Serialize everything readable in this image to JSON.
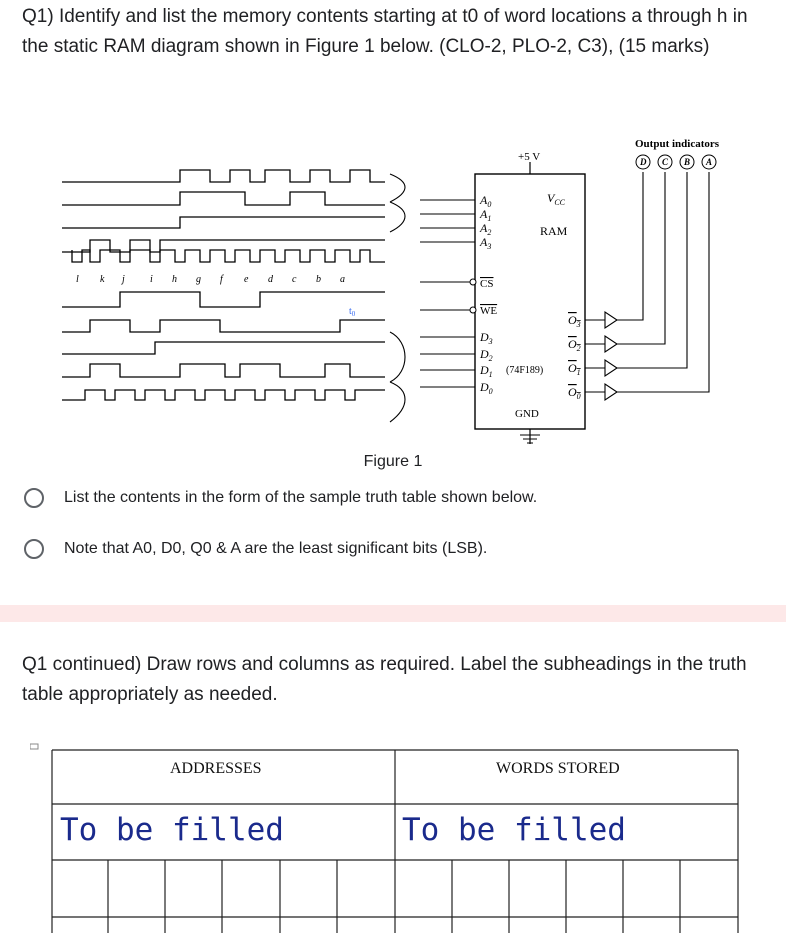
{
  "question": {
    "title": "Q1) Identify and list the memory contents starting at t0 of word locations a through h in the static RAM diagram shown in Figure 1 below. (CLO-2, PLO-2, C3), (15 marks)"
  },
  "figure": {
    "caption": "Figure 1",
    "output_indicators_label": "Output indicators",
    "indicators": [
      "D",
      "C",
      "B",
      "A"
    ],
    "vcc_supply": "+5 V",
    "vcc_label": "V",
    "vcc_sub": "CC",
    "ram_label": "RAM",
    "chip_label": "(74F189)",
    "gnd_label": "GND",
    "address_pins": [
      "A",
      "A",
      "A",
      "A"
    ],
    "address_subs": [
      "0",
      "1",
      "2",
      "3"
    ],
    "control_pins": [
      "CS",
      "WE"
    ],
    "data_pins": [
      "D",
      "D",
      "D",
      "D"
    ],
    "data_subs": [
      "3",
      "2",
      "1",
      "0"
    ],
    "output_pins": [
      "O",
      "O",
      "O",
      "O"
    ],
    "output_subs": [
      "3",
      "2",
      "1",
      "0"
    ],
    "timing_letters": [
      "l",
      "k",
      "j",
      "i",
      "h",
      "g",
      "f",
      "e",
      "d",
      "c",
      "b",
      "a"
    ],
    "t0_label": "t",
    "t0_sub": "0"
  },
  "options": [
    {
      "label": "List the contents in the form of the sample truth table shown below."
    },
    {
      "label": "Note that A0, D0, Q0 & A are the least significant bits (LSB)."
    }
  ],
  "continued": {
    "text": "Q1 continued) Draw rows and columns as required. Label the subheadings in the truth table appropriately as needed."
  },
  "table": {
    "headers": [
      "ADDRESSES",
      "WORDS STORED"
    ],
    "fill_labels": [
      "To be filled",
      "To be filled"
    ]
  },
  "colors": {
    "text": "#202124",
    "band": "#fde8e8",
    "handwriting": "#1a2a8c"
  }
}
